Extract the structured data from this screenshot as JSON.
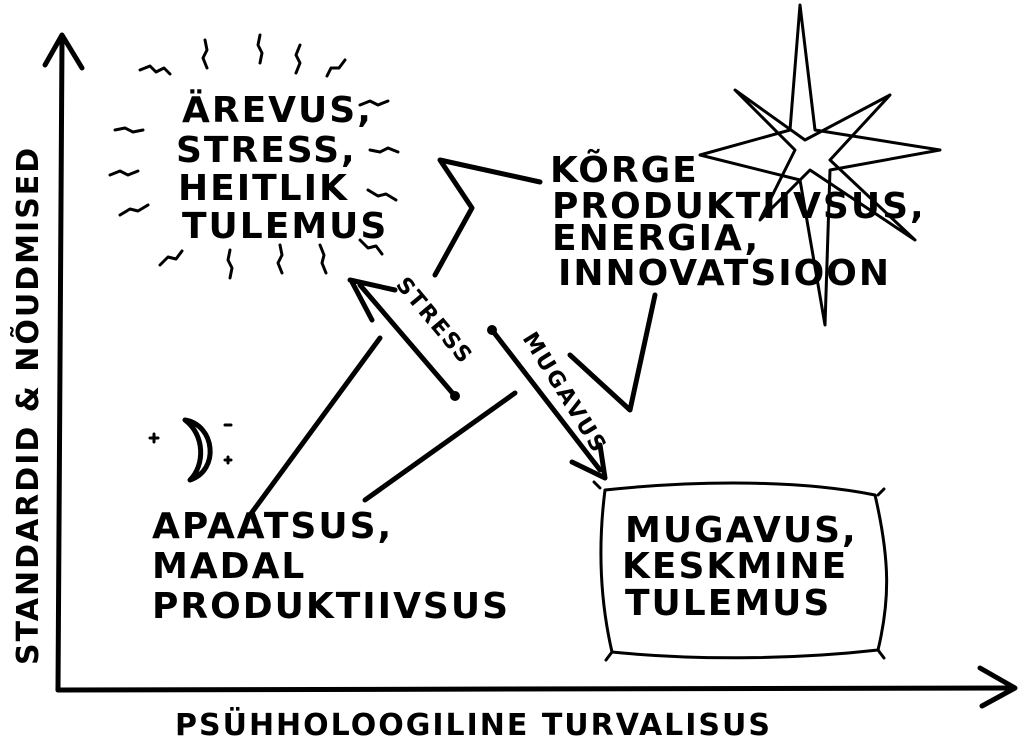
{
  "axes": {
    "x_title": "PSÜHHOLOOGILINE TURVALISUS",
    "y_title": "STANDARDID & NÕUDMISED"
  },
  "quadrants": {
    "top_left": {
      "lines": [
        "ÄREVUS,",
        "STRESS,",
        "HEITLIK",
        "TULEMUS"
      ],
      "icon": "sun-burst-icon"
    },
    "top_right": {
      "lines": [
        "KÕRGE",
        "PRODUKTIIVSUS,",
        "ENERGIA,",
        "INNOVATSIOON"
      ],
      "icon": "star-icon"
    },
    "bottom_left": {
      "lines": [
        "APAATSUS,",
        "MADAL",
        "PRODUKTIIVSUS"
      ],
      "icon": "moon-icon"
    },
    "bottom_right": {
      "lines": [
        "MUGAVUS,",
        "KESKMINE",
        "TULEMUS"
      ],
      "icon": "pillow-icon"
    }
  },
  "arrows": {
    "stress": "STRESS",
    "mugavus": "MUGAVUS"
  }
}
